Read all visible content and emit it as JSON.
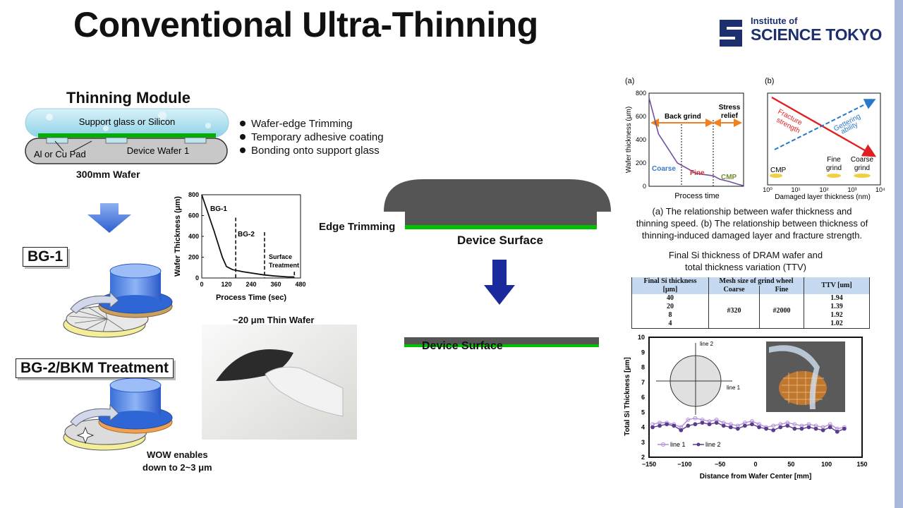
{
  "slide": {
    "title": "Conventional Ultra-Thinning"
  },
  "logo": {
    "line1": "Institute of",
    "line2": "SCIENCE TOKYO",
    "icon": "science-tokyo-mark-icon",
    "color": "#1d2f6f"
  },
  "module": {
    "heading": "Thinning Module",
    "support_label": "Support glass or Silicon",
    "pad_label": "Al or Cu Pad",
    "device_label": "Device Wafer 1",
    "wafer_label": "300mm Wafer",
    "bullets": [
      "Wafer-edge Trimming",
      "Temporary adhesive coating",
      "Bonding onto support glass"
    ]
  },
  "steps": {
    "bg1": "BG-1",
    "bg2": "BG-2/BKM Treatment"
  },
  "process_chart": {
    "ylabel": "Wafer Thickness (μm)",
    "xlabel": "Process Time (sec)",
    "yticks": [
      "0",
      "200",
      "400",
      "600",
      "800"
    ],
    "xticks": [
      "0",
      "120",
      "240",
      "360",
      "480"
    ],
    "annotations": [
      "BG-1",
      "BG-2",
      "Surface",
      "Treatment"
    ]
  },
  "chart_data": [
    {
      "type": "line",
      "title": "",
      "xlabel": "Process Time (sec)",
      "ylabel": "Wafer Thickness (μm)",
      "xlim": [
        0,
        480
      ],
      "ylim": [
        0,
        800
      ],
      "x": [
        0,
        60,
        100,
        120,
        150,
        200,
        300,
        350,
        420,
        450
      ],
      "y": [
        800,
        450,
        200,
        110,
        80,
        60,
        30,
        20,
        10,
        10
      ],
      "phase_markers_x": [
        165,
        305,
        450
      ]
    },
    {
      "type": "line",
      "title": "",
      "xlabel": "Process time",
      "ylabel": "Wafer thickness (μm)",
      "ylim": [
        0,
        800
      ],
      "yticks": [
        "0",
        "200",
        "400",
        "600",
        "800"
      ],
      "labels": {
        "panel": "(a)",
        "backgrind": "Back grind",
        "stress1": "Stress",
        "stress2": "relief",
        "coarse": "Coarse",
        "fine": "Fine",
        "cmp": "CMP"
      },
      "x": [
        0,
        0.1,
        0.3,
        0.5,
        0.68,
        0.75,
        0.85,
        0.95,
        1.0
      ],
      "y": [
        760,
        450,
        200,
        110,
        90,
        60,
        40,
        15,
        5
      ]
    },
    {
      "type": "line",
      "title": "",
      "xlabel": "Damaged layer thickness (nm)",
      "xticks": [
        "10⁰",
        "10¹",
        "10²",
        "10³",
        "10⁴"
      ],
      "labels": {
        "panel": "(b)",
        "fracture1": "Fracture",
        "fracture2": "strength",
        "gettering1": "Gettering",
        "gettering2": "ability",
        "cmp": "CMP",
        "fine1": "Fine",
        "fine2": "grind",
        "coarse1": "Coarse",
        "coarse2": "grind"
      },
      "series": [
        {
          "name": "Fracture strength",
          "color": "#e02020",
          "trend": "decreasing"
        },
        {
          "name": "Gettering ability",
          "color": "#2878c8",
          "trend": "increasing"
        }
      ]
    },
    {
      "type": "table",
      "title": "Final Si thickness of DRAM wafer and total thickness variation (TTV)",
      "header_top": [
        "Final Si thickness",
        "Mesh size of grind wheel",
        "TTV [um]"
      ],
      "header_sub": [
        "[μm]",
        "Coarse",
        "Fine"
      ],
      "rows": [
        {
          "thickness": "40",
          "ttv": "1.94"
        },
        {
          "thickness": "20",
          "ttv": "1.39"
        },
        {
          "thickness": "8",
          "ttv": "1.92"
        },
        {
          "thickness": "4",
          "ttv": "1.02"
        }
      ],
      "coarse": "#320",
      "fine": "#2000"
    },
    {
      "type": "scatter",
      "xlabel": "Distance from Wafer Center [mm]",
      "ylabel": "Total Si Thickness [μm]",
      "xlim": [
        -150,
        150
      ],
      "ylim": [
        2,
        10
      ],
      "xticks": [
        "−150",
        "−100",
        "−50",
        "0",
        "50",
        "100",
        "150"
      ],
      "yticks": [
        "2",
        "3",
        "4",
        "5",
        "6",
        "7",
        "8",
        "9",
        "10"
      ],
      "inset_labels": {
        "line1": "line 1",
        "line2": "line 2"
      },
      "series": [
        {
          "name": "line 1",
          "color": "#b48cd8",
          "x": [
            -145,
            -135,
            -125,
            -115,
            -105,
            -95,
            -85,
            -75,
            -65,
            -55,
            -45,
            -35,
            -25,
            -15,
            -5,
            5,
            15,
            25,
            35,
            45,
            55,
            65,
            75,
            85,
            95,
            105,
            115,
            125
          ],
          "y": [
            4.2,
            4.3,
            4.3,
            4.2,
            4.0,
            4.5,
            4.6,
            4.5,
            4.4,
            4.5,
            4.3,
            4.2,
            4.1,
            4.3,
            4.4,
            4.2,
            4.0,
            4.1,
            4.2,
            4.3,
            4.2,
            4.1,
            4.2,
            4.1,
            4.0,
            4.2,
            3.9,
            4.0
          ]
        },
        {
          "name": "line 2",
          "color": "#5a3c8c",
          "x": [
            -145,
            -135,
            -125,
            -115,
            -105,
            -95,
            -85,
            -75,
            -65,
            -55,
            -45,
            -35,
            -25,
            -15,
            -5,
            5,
            15,
            25,
            35,
            45,
            55,
            65,
            75,
            85,
            95,
            105,
            115,
            125
          ],
          "y": [
            4.0,
            4.1,
            4.2,
            4.1,
            3.8,
            4.1,
            4.2,
            4.3,
            4.2,
            4.3,
            4.1,
            4.0,
            3.9,
            4.1,
            4.2,
            4.0,
            3.9,
            3.8,
            4.0,
            4.1,
            3.9,
            3.9,
            4.0,
            3.9,
            3.8,
            4.0,
            3.7,
            3.9
          ]
        }
      ]
    }
  ],
  "center": {
    "edge_trimming": "Edge Trimming",
    "device_surface_top": "Device Surface",
    "device_surface_bottom": "Device Surface"
  },
  "photo": {
    "caption": "~20 μm Thin Wafer"
  },
  "wow": {
    "line1": "WOW enables",
    "line2": "down to 2~3 μm"
  },
  "captions": {
    "fig_ab": [
      "(a) The relationship between wafer thickness and",
      "thinning speed. (b) The relationship between thickness of",
      "thinning-induced damaged layer and fracture strength."
    ],
    "table_title": [
      "Final Si thickness of DRAM wafer and",
      "total thickness variation (TTV)"
    ]
  },
  "colors": {
    "arrow_blue": "#3a6fd8",
    "dark_arrow": "#1a2a9c",
    "green": "#00c000",
    "gray": "#555555"
  }
}
